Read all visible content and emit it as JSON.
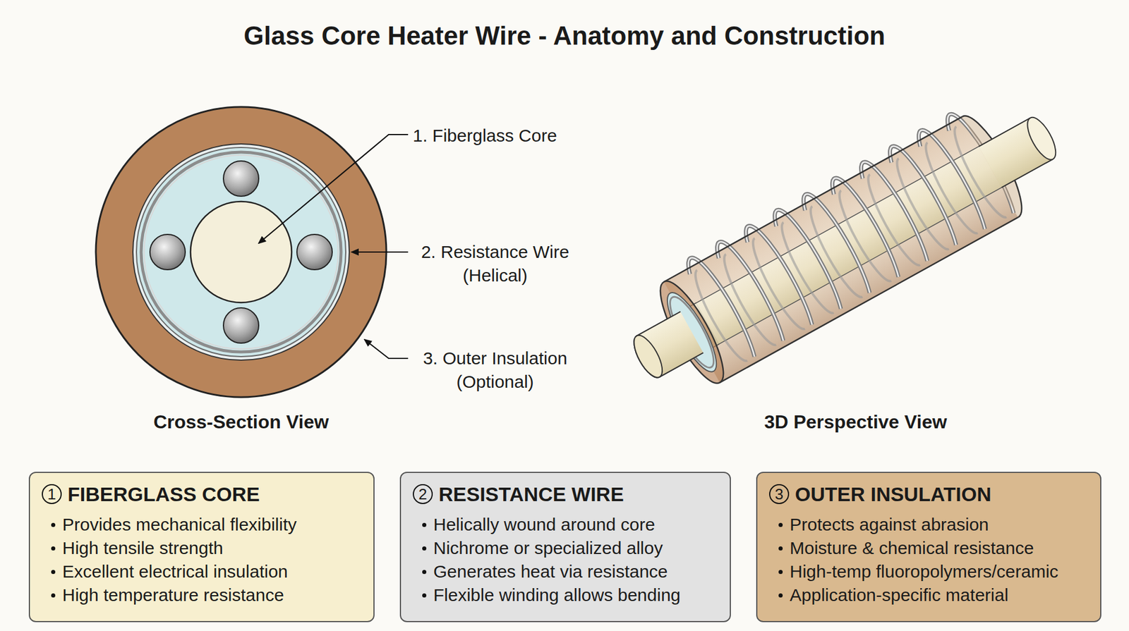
{
  "diagram": {
    "title": "Glass Core Heater Wire - Anatomy and Construction",
    "nodes": [
      {
        "text": [
          "1",
          "FIBERGLASS CORE",
          "Provides mechanical flexibility",
          "High tensile strength",
          "Excellent electrical insulation",
          "High temperature resistance"
        ]
      },
      {
        "text": [
          "2",
          "RESISTANCE WIRE",
          "Helically wound around core",
          "Nichrome or specialized alloy",
          "Generates heat via resistance",
          "Flexible winding allows bending"
        ]
      },
      {
        "text": [
          "3",
          "OUTER INSULATION",
          "Protects against abrasion",
          "Moisture & chemical resistance",
          "High-temp fluoropolymers/ceramic",
          "Application-specific material"
        ]
      }
    ],
    "labels": [
      "1. Fiberglass Core",
      "2. Resistance Wire (Helical)",
      "3. Outer Insulation (Optional)",
      "Cross-Section View",
      "3D Perspective View"
    ]
  }
}
